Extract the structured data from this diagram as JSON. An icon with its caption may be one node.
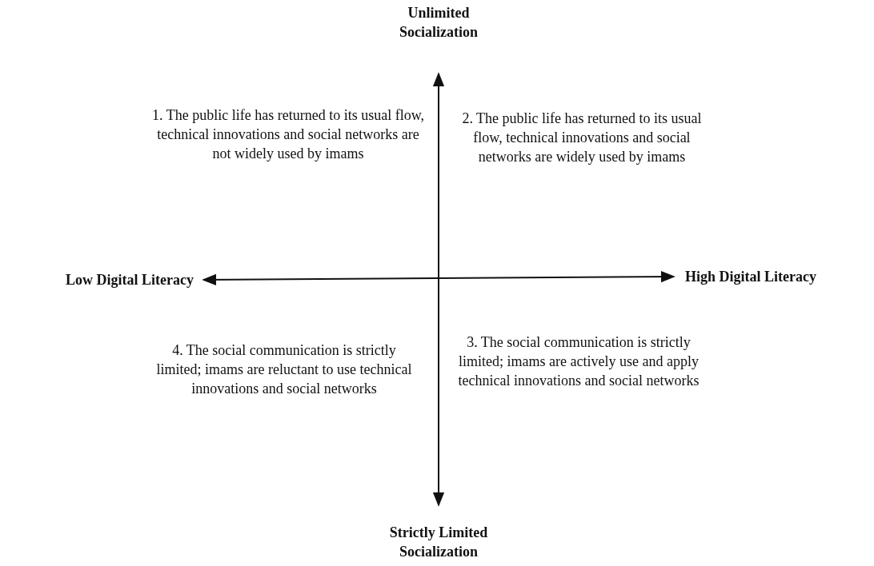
{
  "diagram": {
    "labels": [
      "Unlimited Socialization",
      "1. The public life has returned to its usual flow, technical innovations and social networks are not widely used by imams",
      "2. The public life has returned to its usual flow, technical innovations and social networks are widely used by imams",
      "Low Digital Literacy",
      "High Digital Literacy",
      "4. The social communication is strictly limited; imams are reluctant to use technical innovations and social networks",
      "3. The social communication is strictly limited; imams are actively use and apply technical innovations and social networks",
      "Strictly Limited Socialization"
    ]
  }
}
